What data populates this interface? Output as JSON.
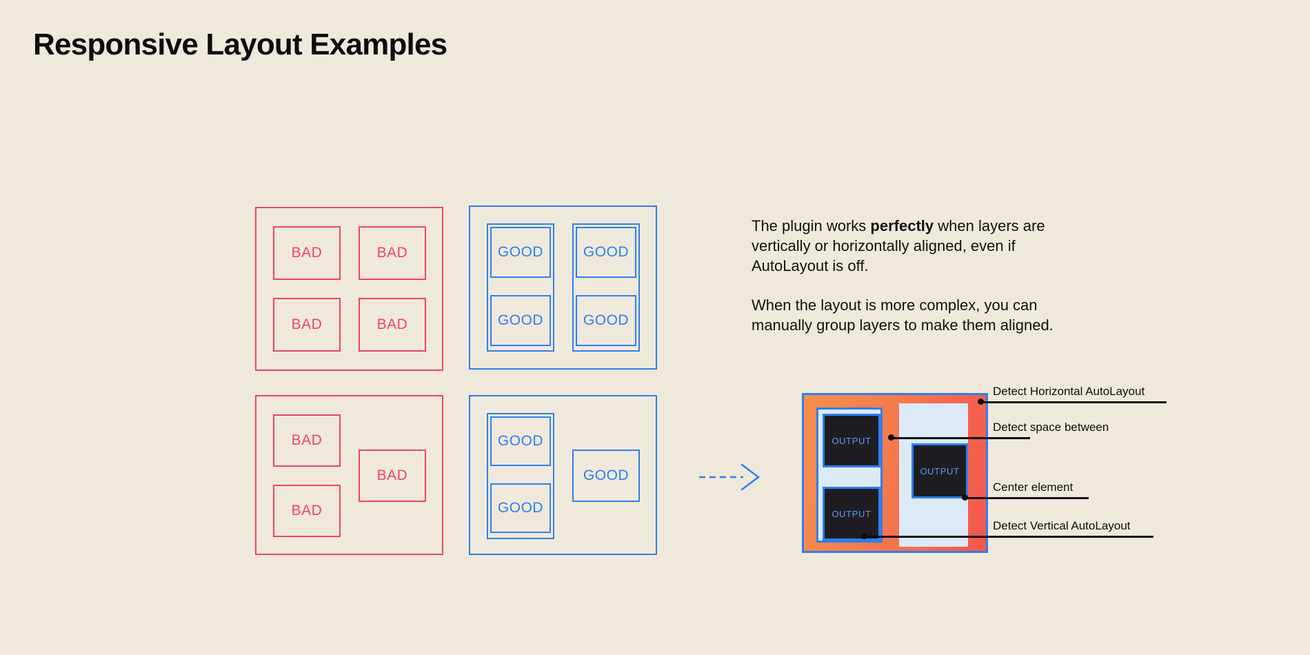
{
  "page": {
    "title": "Responsive Layout Examples",
    "background_color": "#efe9dc"
  },
  "colors": {
    "bad": "#f0435f",
    "good": "#2d7ff0",
    "frame_orange": "#f5904c",
    "frame_red": "#f4574e",
    "panel_fill": "#dceaf8",
    "output_bg": "#1e1e22",
    "output_text": "#5b9bf5",
    "ink": "#0d0d0d"
  },
  "examples": {
    "grid_bad": {
      "label": "bad-grid-panel",
      "cells": [
        "BAD",
        "BAD",
        "BAD",
        "BAD"
      ]
    },
    "grid_good": {
      "label": "good-grid-panel",
      "groups": [
        {
          "cells": [
            "GOOD",
            "GOOD"
          ]
        },
        {
          "cells": [
            "GOOD",
            "GOOD"
          ]
        }
      ]
    },
    "complex_bad": {
      "label": "bad-complex-panel",
      "cells": [
        "BAD",
        "BAD",
        "BAD"
      ]
    },
    "complex_good": {
      "label": "good-complex-panel",
      "grouped_cells": [
        "GOOD",
        "GOOD"
      ],
      "single_cell": "GOOD"
    }
  },
  "arrow": {
    "name": "dashed-right-arrow",
    "style": "dashed",
    "color": "#2d7ff0"
  },
  "copy": {
    "paragraph_1_part_1": "The plugin works ",
    "paragraph_1_emphasis": "perfectly",
    "paragraph_1_part_2": " when layers are vertically or horizontally aligned, even if AutoLayout is off.",
    "paragraph_2": "When the layout is more complex, you can manually group layers to make them aligned."
  },
  "result_frame": {
    "output_labels": [
      "OUTPUT",
      "OUTPUT",
      "OUTPUT"
    ],
    "callouts": [
      {
        "text": "Detect Horizontal AutoLayout"
      },
      {
        "text": "Detect space between"
      },
      {
        "text": "Center element"
      },
      {
        "text": "Detect Vertical AutoLayout"
      }
    ]
  }
}
